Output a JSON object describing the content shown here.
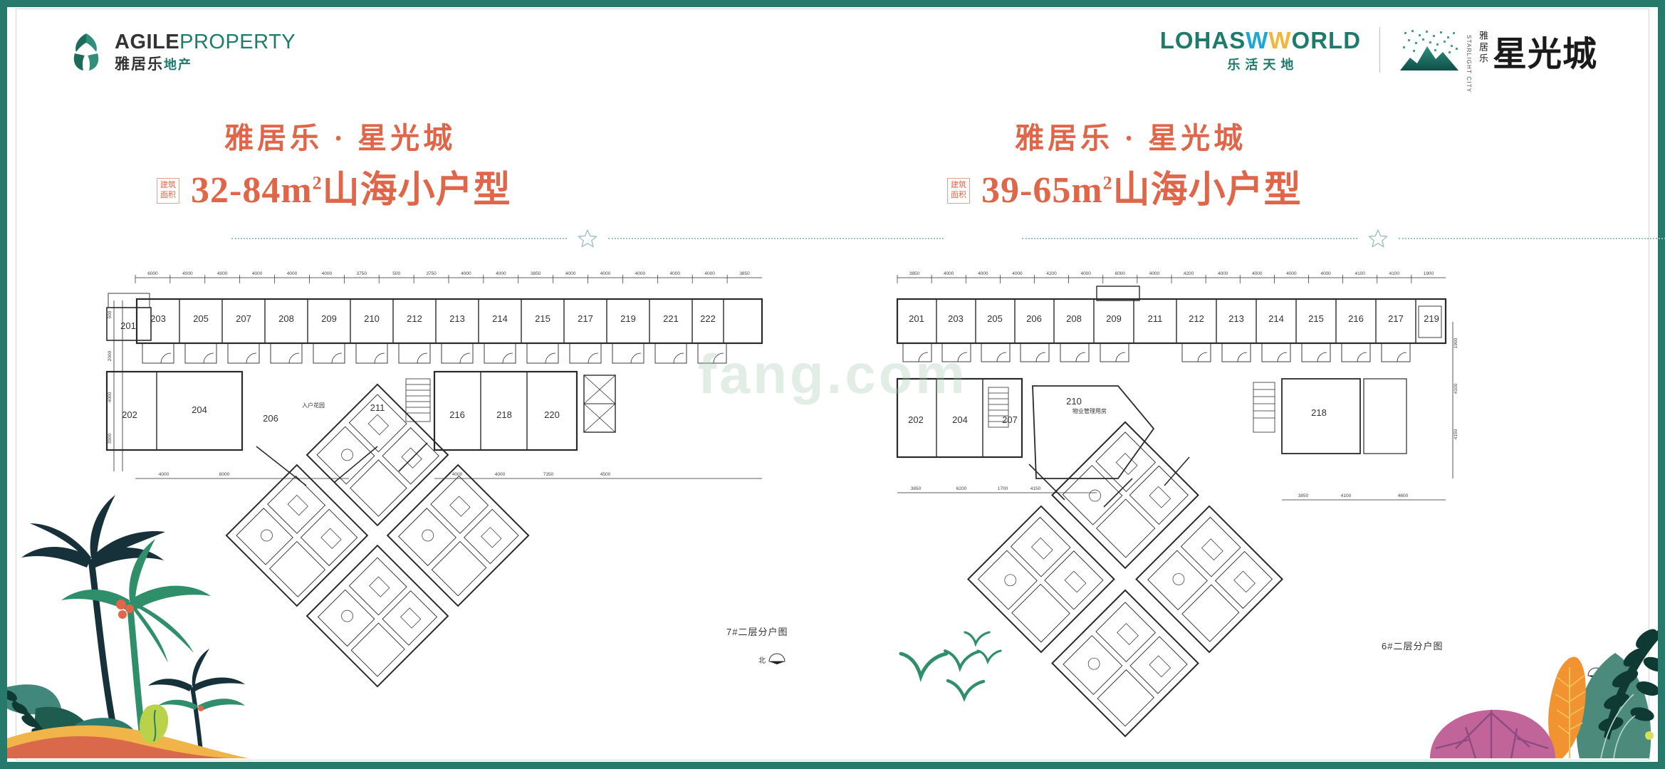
{
  "header": {
    "left_logo": {
      "icon": "agile-leaf-mark",
      "english_bold": "AGILE",
      "english_light": "PROPERTY",
      "chinese_bold": "雅居乐",
      "chinese_light": "地产"
    },
    "right_logos": {
      "lohas": {
        "en_part1": "LOHAS",
        "en_w": "W",
        "en_part2": "ORLD",
        "cn": "乐活天地"
      },
      "starlight": {
        "icon": "mountain-dots-mark",
        "vertical_en": "STARLIGHT CITY",
        "vertical_cn": "雅居乐",
        "big_cn": "星光城"
      }
    }
  },
  "panels": [
    {
      "id": "panel-left",
      "title": "雅居乐 · 星光城",
      "area_tag_line1": "建筑",
      "area_tag_line2": "面积",
      "subtitle_area": "32-84m",
      "subtitle_sup": "2",
      "subtitle_cn": "山海小户型",
      "caption": "7#二层分户图",
      "north_label": "北",
      "top_dimensions": [
        "6000",
        "4000",
        "4000",
        "4000",
        "4000",
        "4000",
        "3750",
        "500",
        "3750",
        "4000",
        "4000",
        "3850",
        "4000",
        "4000",
        "4000",
        "4000",
        "4000",
        "3850"
      ],
      "bottom_dimensions": [
        "4000",
        "8000",
        "4000",
        "4000",
        "7350",
        "4500"
      ],
      "left_dimensions": [
        "500",
        "2000",
        "4000",
        "3900"
      ],
      "units_upper": [
        "203",
        "205",
        "207",
        "208",
        "209",
        "210",
        "212",
        "213",
        "214",
        "215",
        "217",
        "219",
        "221",
        "222"
      ],
      "units_lower": [
        "201",
        "202",
        "204",
        "206",
        "211",
        "216",
        "218",
        "220"
      ],
      "annotations": [
        "入户花园"
      ]
    },
    {
      "id": "panel-right",
      "title": "雅居乐 · 星光城",
      "area_tag_line1": "建筑",
      "area_tag_line2": "面积",
      "subtitle_area": "39-65m",
      "subtitle_sup": "2",
      "subtitle_cn": "山海小户型",
      "caption": "6#二层分户图",
      "north_label": "北",
      "top_dimensions": [
        "3850",
        "4000",
        "4000",
        "4000",
        "4200",
        "4000",
        "6000",
        "4000",
        "4200",
        "4000",
        "4000",
        "4000",
        "4000",
        "4100",
        "4100",
        "1900"
      ],
      "bottom_dimensions": [
        "3850",
        "6200",
        "1700",
        "4150",
        "3850",
        "4100",
        "4600"
      ],
      "left_dimensions": [
        "1900",
        "4100",
        "4150"
      ],
      "units_upper": [
        "201",
        "203",
        "205",
        "206",
        "208",
        "209",
        "211",
        "212",
        "213",
        "214",
        "215",
        "216",
        "217",
        "219"
      ],
      "units_lower": [
        "202",
        "204",
        "207",
        "210",
        "218"
      ],
      "annotations": [
        "物业管理用房"
      ]
    }
  ],
  "watermark": "fang.com",
  "decorations": {
    "bottom_left": "palm-trees-tropical-illustration",
    "bottom_right": "leaf-flower-tropical-illustration",
    "center_birds": "flying-birds-illustration"
  },
  "colors": {
    "frame_teal": "#27796c",
    "accent_orange": "#e0664a",
    "logo_green": "#1e7a6b",
    "divider_blue": "#9fbfc6"
  }
}
